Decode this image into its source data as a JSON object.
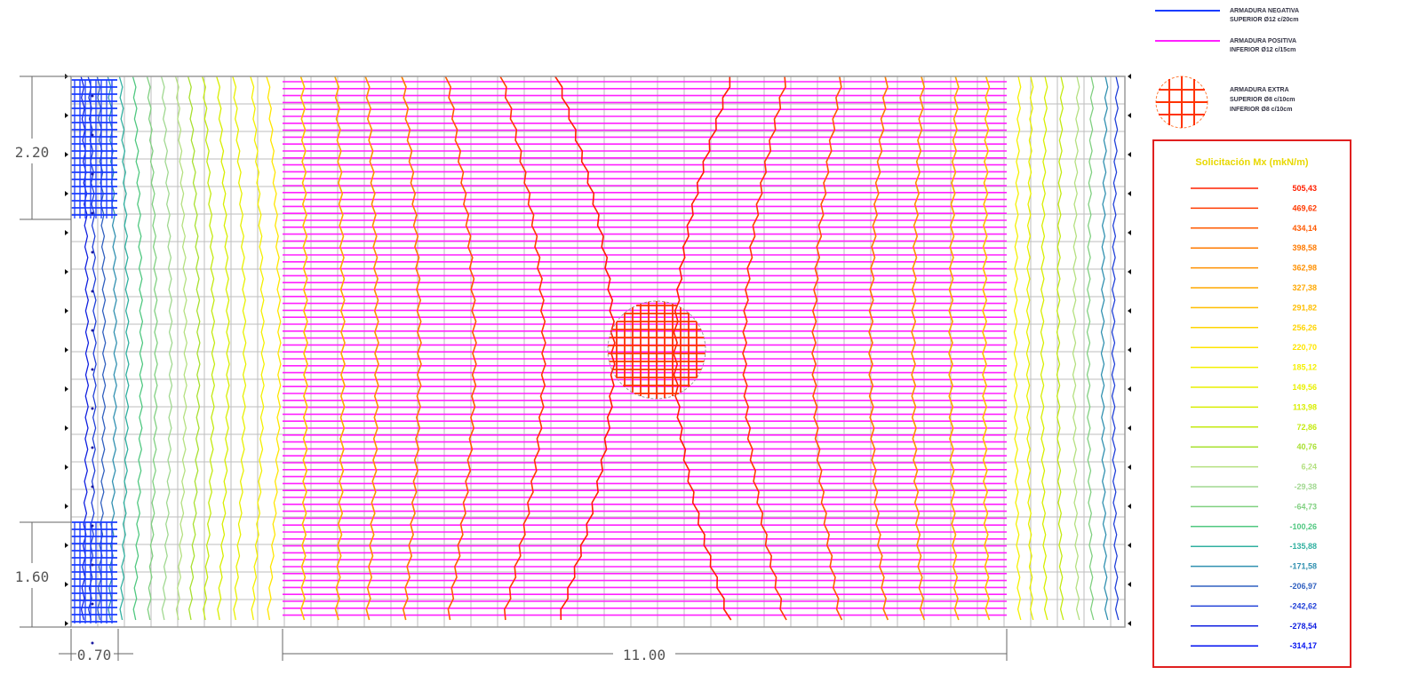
{
  "dimensions": {
    "top_height": "2.20",
    "bottom_height": "1.60",
    "left_width": "0.70",
    "span": "11.00"
  },
  "legend_notes": [
    {
      "line1": "ARMADURA NEGATIVA",
      "line2": "SUPERIOR Ø12 c/20cm",
      "color": "#1a3cff"
    },
    {
      "line1": "ARMADURA POSITIVA",
      "line2": "INFERIOR Ø12 c/15cm",
      "color": "#ff20ff"
    },
    {
      "line1": "ARMADURA EXTRA",
      "line2": "SUPERIOR Ø8 c/10cm",
      "line3": "INFERIOR Ø8 c/10cm",
      "color": "#ff3300"
    }
  ],
  "isoline_legend": {
    "title": "Solicitación Mx (mkN/m)",
    "border_color": "#e02020",
    "entries": [
      {
        "value": "505,43",
        "color": "#ff2000"
      },
      {
        "value": "469,62",
        "color": "#ff3a00"
      },
      {
        "value": "434,14",
        "color": "#ff5a00"
      },
      {
        "value": "398,58",
        "color": "#ff7a00"
      },
      {
        "value": "362,98",
        "color": "#ff9000"
      },
      {
        "value": "327,38",
        "color": "#ffa800"
      },
      {
        "value": "291,82",
        "color": "#ffbe00"
      },
      {
        "value": "256,26",
        "color": "#ffd400"
      },
      {
        "value": "220,70",
        "color": "#ffe600"
      },
      {
        "value": "185,12",
        "color": "#f4f000"
      },
      {
        "value": "149,56",
        "color": "#e8f000"
      },
      {
        "value": "113,98",
        "color": "#d8ee00"
      },
      {
        "value": "72,86",
        "color": "#c4ea10"
      },
      {
        "value": "40,76",
        "color": "#a8e030"
      },
      {
        "value": "6,24",
        "color": "#b4e080"
      },
      {
        "value": "-29,38",
        "color": "#a0d890"
      },
      {
        "value": "-64,73",
        "color": "#80d080"
      },
      {
        "value": "-100,26",
        "color": "#50c880"
      },
      {
        "value": "-135,88",
        "color": "#30b0a0"
      },
      {
        "value": "-171,58",
        "color": "#3090b0"
      },
      {
        "value": "-206,97",
        "color": "#3060c0"
      },
      {
        "value": "-242,62",
        "color": "#2040d8"
      },
      {
        "value": "-278,54",
        "color": "#1020e0"
      },
      {
        "value": "-314,17",
        "color": "#0010f0"
      }
    ]
  }
}
